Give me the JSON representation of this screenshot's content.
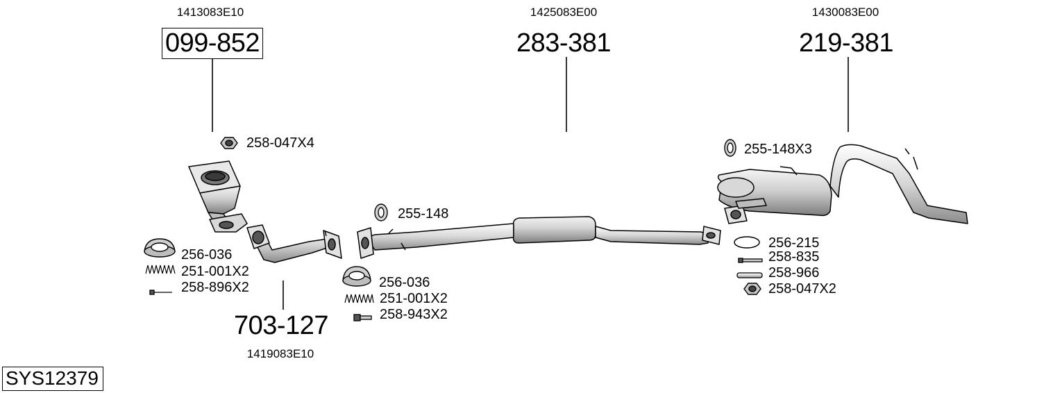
{
  "diagram": {
    "system_id": "SYS12379",
    "assemblies": [
      {
        "ref": "1413083E10",
        "part": "099-852",
        "boxed": true
      },
      {
        "ref": "1425083E00",
        "part": "283-381"
      },
      {
        "ref": "1430083E00",
        "part": "219-381"
      },
      {
        "ref": "1419083E10",
        "part": "703-127"
      }
    ],
    "small_parts": {
      "cat_nut": "258-047X4",
      "left_gasket": "256-036",
      "left_spring": "251-001X2",
      "left_bolt": "258-896X2",
      "mid_ring": "255-148",
      "mid_gasket": "256-036",
      "mid_spring": "251-001X2",
      "mid_bolt": "258-943X2",
      "rear_ring": "255-148X3",
      "rear_gasket": "256-215",
      "rear_bolt": "258-835",
      "rear_sleeve": "258-966",
      "rear_nut": "258-047X2"
    },
    "colors": {
      "line": "#000000",
      "part_fill": "#e6e6e6",
      "part_shade": "#9a9a9a"
    }
  }
}
